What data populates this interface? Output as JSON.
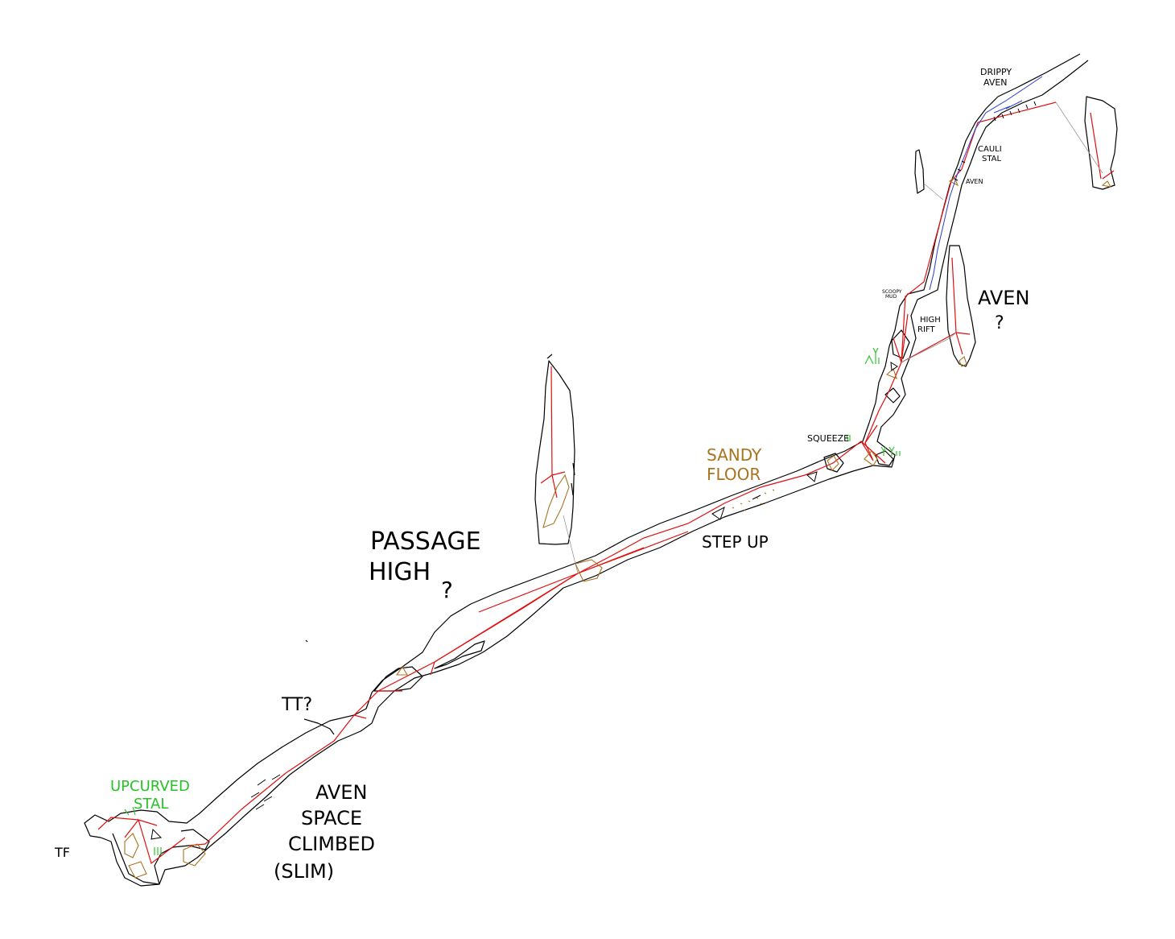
{
  "labels": {
    "dripy_aven": [
      "DRIPPY",
      "AVEN"
    ],
    "cauli_stal": [
      "CAULI",
      "STAL"
    ],
    "aven_small": "AVEN",
    "scoopy_mud": [
      "SCOOPY",
      "MUD"
    ],
    "high_rift": [
      "HIGH",
      "RIFT"
    ],
    "aven_right": [
      "AVEN",
      "?"
    ],
    "squeeze": "SQUEEZE",
    "sandy_floor": [
      "SANDY",
      "FLOOR"
    ],
    "step_up": "STEP UP",
    "passage_high": [
      "PASSAGE",
      "HIGH",
      "?"
    ],
    "tt": "TT?",
    "upcurved_stal": [
      "UPCURVED",
      "STAL"
    ],
    "aven_space": [
      "AVEN",
      "SPACE",
      "CLIMBED",
      "(SLIM)"
    ],
    "tf": "TF"
  },
  "colors": {
    "wall": "#000000",
    "survey_leg": "#e01010",
    "splay": "#9a9a9a",
    "sediment": "#a8741f",
    "water": "#2a3fd0",
    "formation_label": "#27c227"
  }
}
